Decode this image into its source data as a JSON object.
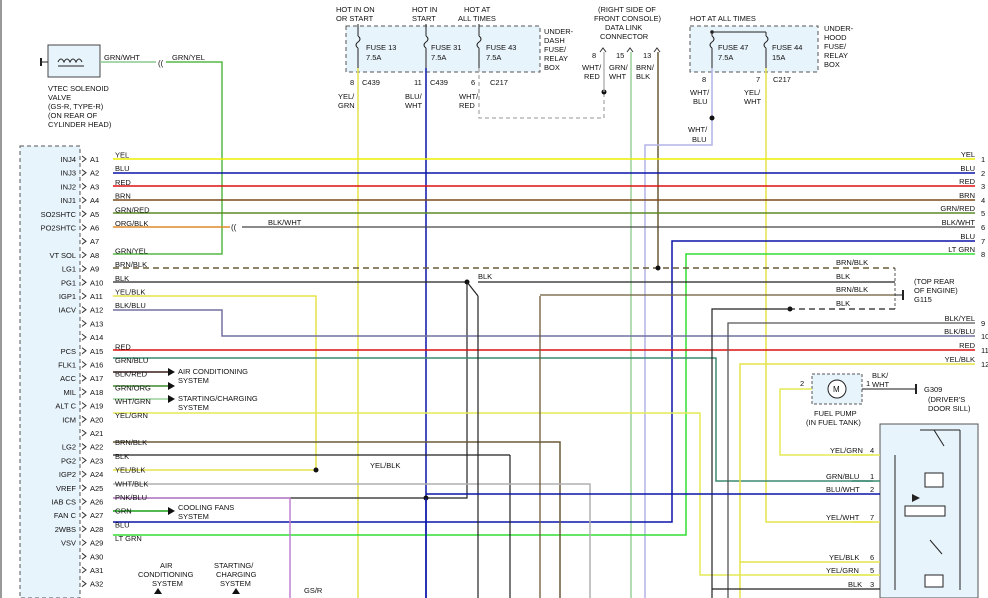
{
  "vtec": {
    "wire_left": "GRN/WHT",
    "wire_right": "GRN/YEL",
    "label": [
      "VTEC SOLENOID",
      "VALVE",
      "(GS-R, TYPE-R)",
      "(ON REAR OF",
      "CYLINDER HEAD)"
    ]
  },
  "hot_labels": {
    "hot_in_on": [
      "HOT IN ON",
      "OR START"
    ],
    "hot_in_start": [
      "HOT IN",
      "START"
    ],
    "hot_at_all": [
      "HOT AT",
      "ALL TIMES"
    ],
    "hot_at_all_2": "HOT AT ALL TIMES"
  },
  "dash_box": {
    "fuses": [
      {
        "name": "FUSE 13",
        "rating": "7.5A",
        "pin": "8",
        "connector": "C439",
        "wire": [
          "YEL/",
          "GRN"
        ]
      },
      {
        "name": "FUSE 31",
        "rating": "7.5A",
        "pin": "11",
        "connector": "C439",
        "wire": [
          "BLU/",
          "WHT"
        ]
      },
      {
        "name": "FUSE 43",
        "rating": "7.5A",
        "pin": "6",
        "connector": "C217",
        "wire": [
          "WHT/",
          "RED"
        ]
      }
    ],
    "label": [
      "UNDER-",
      "DASH",
      "FUSE/",
      "RELAY",
      "BOX"
    ]
  },
  "dlc": {
    "label": [
      "(RIGHT SIDE OF",
      "FRONT CONSOLE)",
      "DATA LINK",
      "CONNECTOR"
    ],
    "pins": [
      {
        "pin": "8",
        "wire": [
          "WHT/",
          "RED"
        ]
      },
      {
        "pin": "15",
        "wire": [
          "GRN/",
          "WHT"
        ]
      },
      {
        "pin": "13",
        "wire": [
          "BRN/",
          "BLK"
        ]
      }
    ]
  },
  "hood_box": {
    "fuses": [
      {
        "name": "FUSE 47",
        "rating": "7.5A",
        "pin": "8",
        "wire": [
          "WHT/",
          "BLU"
        ]
      },
      {
        "name": "FUSE 44",
        "rating": "15A",
        "pin": "7",
        "connector": "C217",
        "wire": [
          "YEL/",
          "WHT"
        ]
      }
    ],
    "label": [
      "UNDER-",
      "HOOD",
      "FUSE/",
      "RELAY",
      "BOX"
    ],
    "wht_blu_2": [
      "WHT/",
      "BLU"
    ]
  },
  "ecm_rows": [
    {
      "sig": "INJ4",
      "pin": "A1",
      "wire": "YEL",
      "color": "#eeee00"
    },
    {
      "sig": "INJ3",
      "pin": "A2",
      "wire": "BLU",
      "color": "#0b14a8"
    },
    {
      "sig": "INJ2",
      "pin": "A3",
      "wire": "RED",
      "color": "#dd1111"
    },
    {
      "sig": "INJ1",
      "pin": "A4",
      "wire": "BRN",
      "color": "#7a4a1a"
    },
    {
      "sig": "SO2SHTC",
      "pin": "A5",
      "wire": "GRN/RED",
      "color": "#5b8a25"
    },
    {
      "sig": "PO2SHTC",
      "pin": "A6",
      "wire": "ORG/BLK",
      "color": "#e08a2a"
    },
    {
      "sig": "",
      "pin": "A7",
      "wire": "",
      "color": ""
    },
    {
      "sig": "VT SOL",
      "pin": "A8",
      "wire": "GRN/YEL",
      "color": "#57b847"
    },
    {
      "sig": "LG1",
      "pin": "A9",
      "wire": "BRN/BLK",
      "color": "#6a5a38"
    },
    {
      "sig": "PG1",
      "pin": "A10",
      "wire": "BLK",
      "color": "#222222"
    },
    {
      "sig": "IGP1",
      "pin": "A11",
      "wire": "YEL/BLK",
      "color": "#e6e34a"
    },
    {
      "sig": "IACV",
      "pin": "A12",
      "wire": "BLK/BLU",
      "color": "#7070a0"
    },
    {
      "sig": "",
      "pin": "A13",
      "wire": "",
      "color": ""
    },
    {
      "sig": "",
      "pin": "A14",
      "wire": "",
      "color": ""
    },
    {
      "sig": "PCS",
      "pin": "A15",
      "wire": "RED",
      "color": "#dd1111"
    },
    {
      "sig": "FLK1",
      "pin": "A16",
      "wire": "GRN/BLU",
      "color": "#3a8a70"
    },
    {
      "sig": "ACC",
      "pin": "A17",
      "wire": "BLK/RED",
      "color": "#3a1f1f"
    },
    {
      "sig": "MIL",
      "pin": "A18",
      "wire": "GRN/ORG",
      "color": "#3a8a2a"
    },
    {
      "sig": "ALT C",
      "pin": "A19",
      "wire": "WHT/GRN",
      "color": "#99d299"
    },
    {
      "sig": "ICM",
      "pin": "A20",
      "wire": "YEL/GRN",
      "color": "#e4ea55"
    },
    {
      "sig": "",
      "pin": "A21",
      "wire": "",
      "color": ""
    },
    {
      "sig": "LG2",
      "pin": "A22",
      "wire": "BRN/BLK",
      "color": "#6a5a38"
    },
    {
      "sig": "PG2",
      "pin": "A23",
      "wire": "BLK",
      "color": "#222222"
    },
    {
      "sig": "IGP2",
      "pin": "A24",
      "wire": "YEL/BLK",
      "color": "#e6e34a"
    },
    {
      "sig": "VREF",
      "pin": "A25",
      "wire": "WHT/BLK",
      "color": "#b0b0b0"
    },
    {
      "sig": "IAB CS",
      "pin": "A26",
      "wire": "PNK/BLU",
      "color": "#c080d0"
    },
    {
      "sig": "FAN C",
      "pin": "A27",
      "wire": "GRN",
      "color": "#18a018"
    },
    {
      "sig": "2WBS",
      "pin": "A28",
      "wire": "BLU",
      "color": "#0b14a8"
    },
    {
      "sig": "VSV",
      "pin": "A29",
      "wire": "LT GRN",
      "color": "#33dd33"
    },
    {
      "sig": "",
      "pin": "A30",
      "wire": "",
      "color": ""
    },
    {
      "sig": "",
      "pin": "A31",
      "wire": "",
      "color": ""
    },
    {
      "sig": "",
      "pin": "A32",
      "wire": "",
      "color": ""
    }
  ],
  "blk_wht_a6": "BLK/WHT",
  "blk_branch": "BLK",
  "yel_blk_a24": "YEL/BLK",
  "system_notes": {
    "ac": [
      "AIR CONDITIONING",
      "SYSTEM"
    ],
    "charging": [
      "STARTING/CHARGING",
      "SYSTEM"
    ],
    "fans": [
      "COOLING FANS",
      "SYSTEM"
    ],
    "ac_bottom": [
      "AIR",
      "CONDITIONING",
      "SYSTEM"
    ],
    "charging_bottom": [
      "STARTING/",
      "CHARGING",
      "SYSTEM"
    ],
    "gsr": "GS/R"
  },
  "right_edge": [
    {
      "num": "1",
      "wire": "YEL"
    },
    {
      "num": "2",
      "wire": "BLU"
    },
    {
      "num": "3",
      "wire": "RED"
    },
    {
      "num": "4",
      "wire": "BRN"
    },
    {
      "num": "5",
      "wire": "GRN/RED"
    },
    {
      "num": "6",
      "wire": "BLK/WHT"
    },
    {
      "num": "7",
      "wire": "BLU"
    },
    {
      "num": "8",
      "wire": "LT GRN"
    },
    {
      "num": "9",
      "wire": "BLK/YEL"
    },
    {
      "num": "10",
      "wire": "BLK/BLU"
    },
    {
      "num": "11",
      "wire": "RED"
    },
    {
      "num": "12",
      "wire": "YEL/BLK"
    }
  ],
  "ground_g115": {
    "wires": [
      "BRN/BLK",
      "BLK",
      "BRN/BLK",
      "BLK"
    ],
    "label": [
      "(TOP REAR",
      "OF ENGINE)"
    ],
    "name": "G115"
  },
  "fuel_pump": {
    "motor": "M",
    "pin_left": "2",
    "pin_right": "1",
    "wire": [
      "BLK/",
      "WHT"
    ],
    "label": [
      "FUEL PUMP",
      "(IN FUEL TANK)"
    ],
    "ground": "G309",
    "ground_label": [
      "(DRIVER'S",
      "DOOR SILL)"
    ]
  },
  "relay_pins": [
    {
      "wire": "YEL/GRN",
      "pin": "4"
    },
    {
      "wire": "GRN/BLU",
      "pin": "1"
    },
    {
      "wire": "BLU/WHT",
      "pin": "2"
    },
    {
      "wire": "YEL/WHT",
      "pin": "7"
    },
    {
      "wire": "YEL/BLK",
      "pin": "6"
    },
    {
      "wire": "YEL/GRN",
      "pin": "5"
    },
    {
      "wire": "BLK",
      "pin": "3"
    }
  ]
}
